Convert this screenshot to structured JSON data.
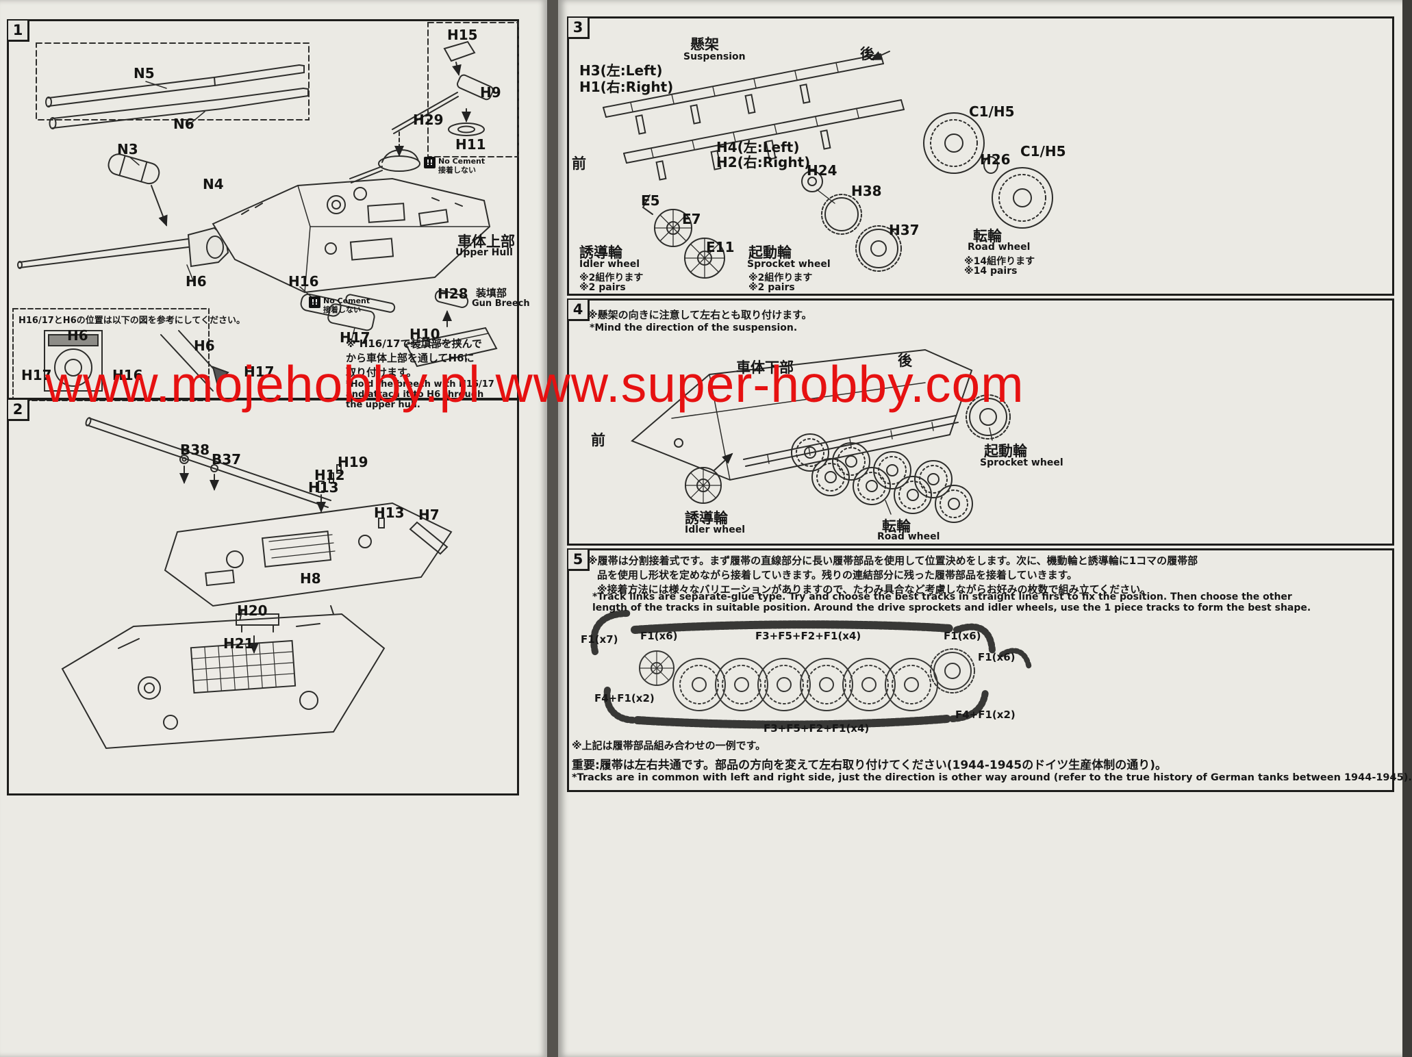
{
  "watermark": {
    "text": "www.mojehobby.pl www.super-hobby.com"
  },
  "step1": {
    "num": "1",
    "labels": {
      "n5": "N5",
      "n6": "N6",
      "n3": "N3",
      "n4": "N4",
      "h6": "H6",
      "h15": "H15",
      "h9": "H9",
      "h29": "H29",
      "h11": "H11",
      "h16": "H16",
      "h17": "H17",
      "h10": "H10",
      "h28": "H28",
      "inset_h6a": "H6",
      "inset_h6b": "H6",
      "inset_h17a": "H17",
      "inset_h16": "H16",
      "inset_h17b": "H17"
    },
    "upper_hull_jp": "車体上部",
    "upper_hull_en": "Upper Hull",
    "gun_breech_jp": "装填部",
    "gun_breech_en": "Gun Breech",
    "no_cement_icon": "!!",
    "no_cement_en": "No Cement",
    "no_cement_jp": "接着しない",
    "inset_title": "H16/17とH6の位置は以下の図を参考にしてください。",
    "note_jp": [
      "※ H16/17で装填部を挟んで",
      "から車体上部を通してH6に",
      "取り付けます。"
    ],
    "note_en": [
      "*Hold the breech with H16/17",
      "and attach it to H6 through",
      "the upper hull."
    ]
  },
  "step2": {
    "num": "2",
    "labels": {
      "b38": "B38",
      "b37": "B37",
      "h19": "H19",
      "h12": "H12",
      "h13a": "H13",
      "h13b": "H13",
      "h7": "H7",
      "h8": "H8",
      "h20": "H20",
      "h21": "H21"
    }
  },
  "step3": {
    "num": "3",
    "suspension_jp": "懸架",
    "suspension_en": "Suspension",
    "h3": "H3(左:Left)",
    "h1": "H1(右:Right)",
    "h4": "H4(左:Left)",
    "h2": "H2(右:Right)",
    "rear": "後",
    "front": "前",
    "labels": {
      "e5": "E5",
      "e7": "E7",
      "e11": "E11",
      "h24": "H24",
      "h38": "H38",
      "h37": "H37",
      "c1h5a": "C1/H5",
      "h26": "H26",
      "c1h5b": "C1/H5"
    },
    "idler_jp": "誘導輪",
    "idler_en": "Idler wheel",
    "idler_note_jp": "※2組作ります",
    "idler_note_en": "※2 pairs",
    "sprocket_jp": "起動輪",
    "sprocket_en": "Sprocket wheel",
    "sprocket_note_jp": "※2組作ります",
    "sprocket_note_en": "※2 pairs",
    "road_jp": "転輪",
    "road_en": "Road wheel",
    "road_note_jp": "※14組作ります",
    "road_note_en": "※14 pairs"
  },
  "step4": {
    "num": "4",
    "note_jp": "※懸架の向きに注意して左右とも取り付けます。",
    "note_en": "*Mind the direction of the suspension.",
    "lower_hull_jp": "車体下部",
    "rear": "後",
    "front": "前",
    "sprocket_jp": "起動輪",
    "sprocket_en": "Sprocket wheel",
    "idler_jp": "誘導輪",
    "idler_en": "Idler wheel",
    "road_jp": "転輪",
    "road_en": "Road wheel"
  },
  "step5": {
    "num": "5",
    "jp_lines": [
      "※履帯は分割接着式です。まず履帯の直線部分に長い履帯部品を使用して位置決めをします。次に、機動輪と誘導輪に1コマの履帯部",
      "品を使用し形状を定めながら接着していきます。残りの連結部分に残った履帯部品を接着していきます。",
      "※接着方法には様々なバリエーションがありますので、たわみ具合など考慮しながらお好みの枚数で組み立てください。"
    ],
    "en_lines": [
      "*Track links are separate-glue type. Try and choose the best tracks in straight line first to fix the position. Then choose the other",
      "length of the tracks in suitable position. Around the drive sprockets and idler wheels, use the 1 piece tracks to form the best shape."
    ],
    "track_labels": {
      "f1x7": "F1(x7)",
      "f1x6a": "F1(x6)",
      "combo_top": "F3+F5+F2+F1(x4)",
      "f1x6b": "F1(x6)",
      "f1x6c": "F1(x6)",
      "f4f1a": "F4+F1(x2)",
      "f4f1b": "F4+F1(x2)",
      "combo_bottom": "F3+F5+F2+F1(x4)"
    },
    "example_note": "※上記は履帯部品組み合わせの一例です。",
    "important_jp": "重要:履帯は左右共通です。部品の方向を変えて左右取り付けてください(1944-1945のドイツ生産体制の通り)。",
    "important_en": "*Tracks are in common with left and right side, just the direction is other way around (refer to the true history of German tanks between 1944-1945)."
  }
}
